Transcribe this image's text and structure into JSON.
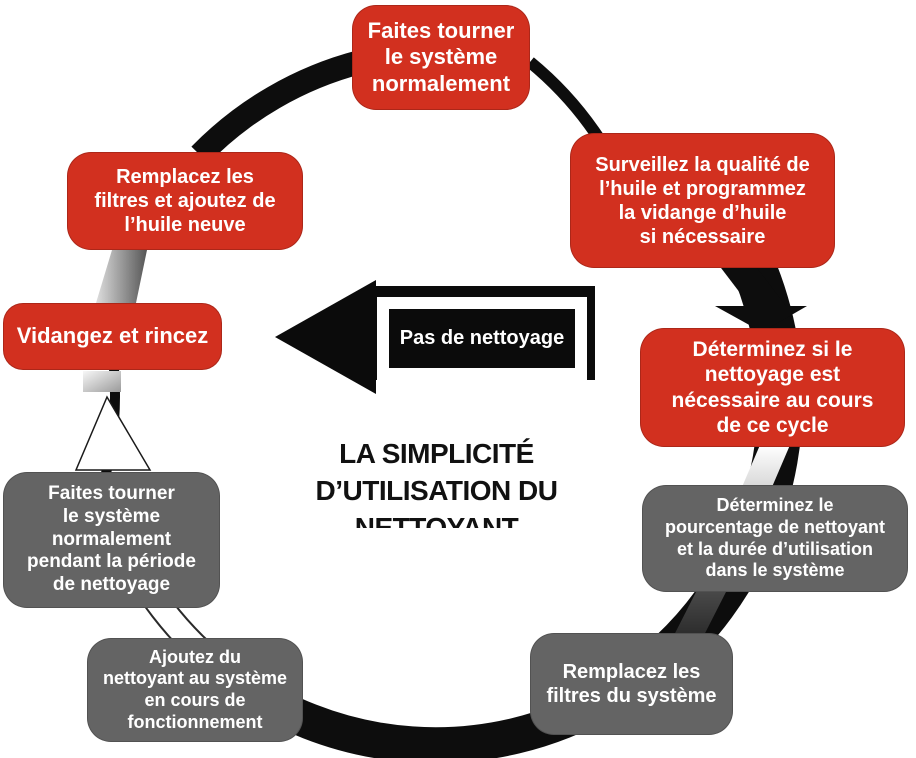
{
  "diagram": {
    "center_title": "LA SIMPLICITÉ\nD’UTILISATION DU\nNETTOYANT",
    "bypass_arrow_label": "Pas de nettoyage"
  },
  "colors": {
    "node_red": "#d2301f",
    "node_gray": "#646464",
    "ring_black": "#0d0d0d",
    "text_white": "#ffffff",
    "title_black": "#111111"
  },
  "nodes": [
    {
      "id": "run-system-normally",
      "color": "red",
      "label": "Faites tourner\nle système\nnormalement"
    },
    {
      "id": "monitor-oil-quality",
      "color": "red",
      "label": "Surveillez la qualité de\nl’huile et programmez\nla vidange d’huile\nsi nécessaire"
    },
    {
      "id": "determine-if-cleaning-needed",
      "color": "red",
      "label": "Déterminez si le\nnettoyage est\nnécessaire au cours\nde ce cycle"
    },
    {
      "id": "determine-cleaner-percentage",
      "color": "gray",
      "label": "Déterminez le\npourcentage de nettoyant\net la durée d’utilisation\ndans le système"
    },
    {
      "id": "replace-system-filters",
      "color": "gray",
      "label": "Remplacez les\nfiltres du système"
    },
    {
      "id": "add-cleaner-running-system",
      "color": "gray",
      "label": "Ajoutez du\nnettoyant au système\nen cours de\nfonctionnement"
    },
    {
      "id": "run-system-during-cleaning",
      "color": "gray",
      "label": "Faites tourner\nle système\nnormalement\npendant la période\nde nettoyage"
    },
    {
      "id": "drain-and-rinse",
      "color": "red",
      "label": "Vidangez et rincez"
    },
    {
      "id": "replace-filters-add-new-oil",
      "color": "red",
      "label": "Remplacez les\nfiltres et ajoutez de\nl’huile neuve"
    }
  ]
}
